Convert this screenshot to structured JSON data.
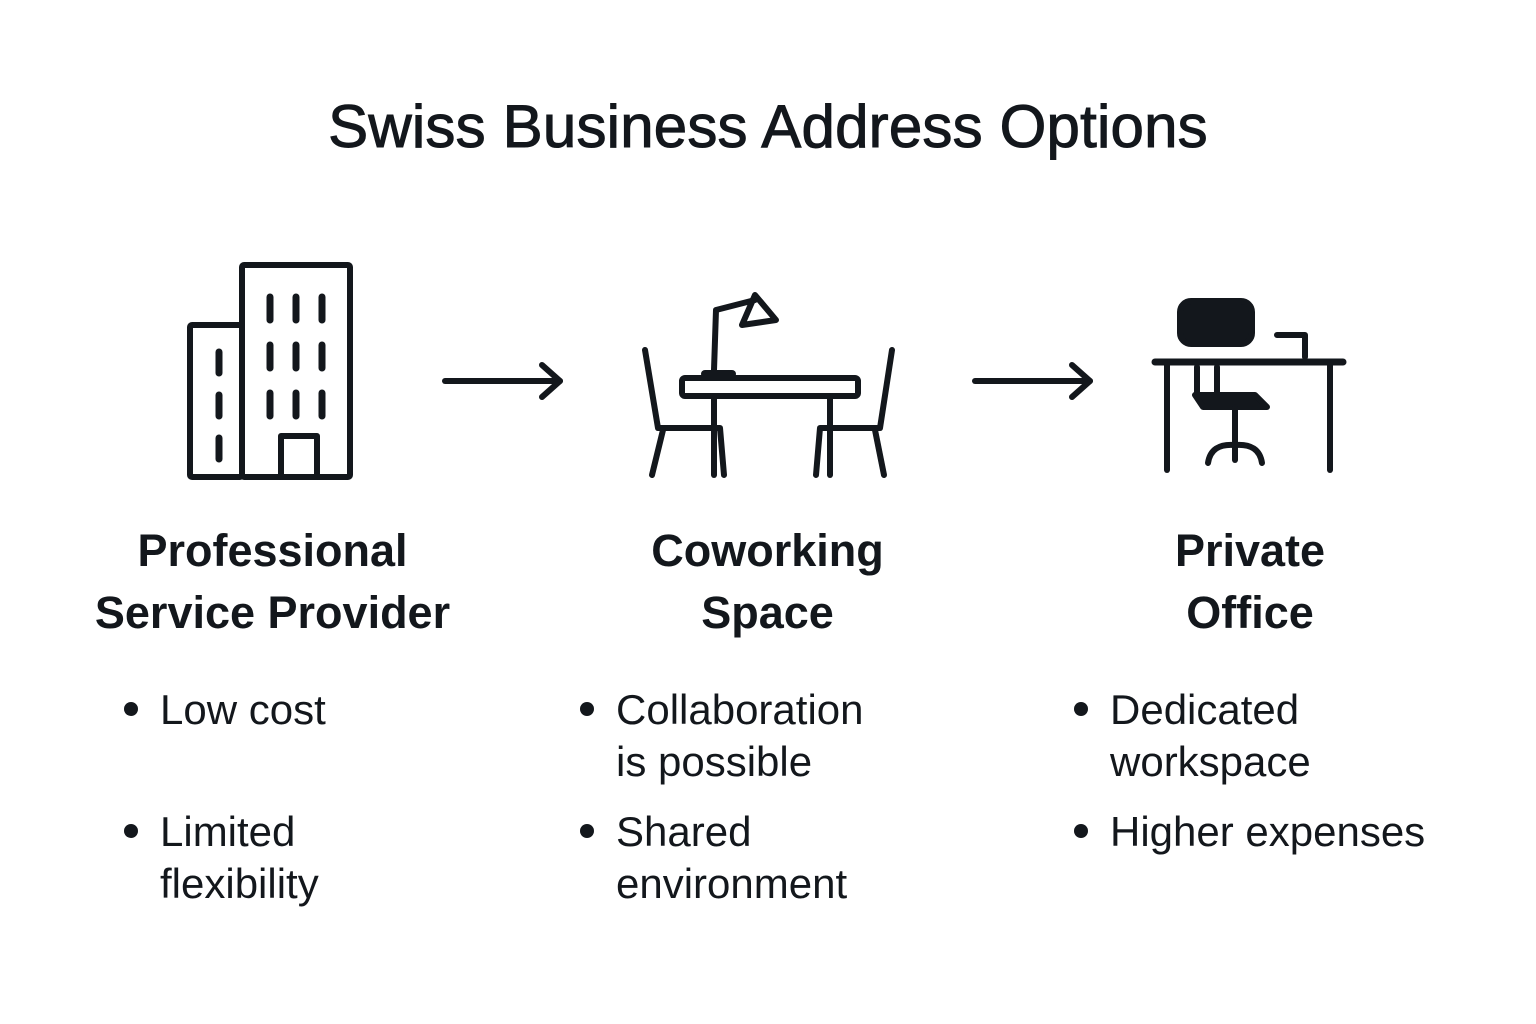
{
  "title": "Swiss Business Address Options",
  "colors": {
    "ink": "#13171c",
    "background": "#ffffff"
  },
  "options": [
    {
      "icon": "office-building-icon",
      "title_line1": "Professional",
      "title_line2": "Service Provider",
      "bullets": [
        {
          "line1": "Low cost",
          "line2": ""
        },
        {
          "line1": "Limited",
          "line2": "flexibility"
        }
      ]
    },
    {
      "icon": "coworking-desk-icon",
      "title_line1": "Coworking",
      "title_line2": "Space",
      "bullets": [
        {
          "line1": "Collaboration",
          "line2": "is possible"
        },
        {
          "line1": "Shared",
          "line2": "environment"
        }
      ]
    },
    {
      "icon": "private-office-desk-icon",
      "title_line1": "Private",
      "title_line2": "Office",
      "bullets": [
        {
          "line1": "Dedicated",
          "line2": "workspace"
        },
        {
          "line1": "Higher expenses",
          "line2": ""
        }
      ]
    }
  ],
  "arrows": [
    {
      "icon": "arrow-right-icon"
    },
    {
      "icon": "arrow-right-icon"
    }
  ]
}
